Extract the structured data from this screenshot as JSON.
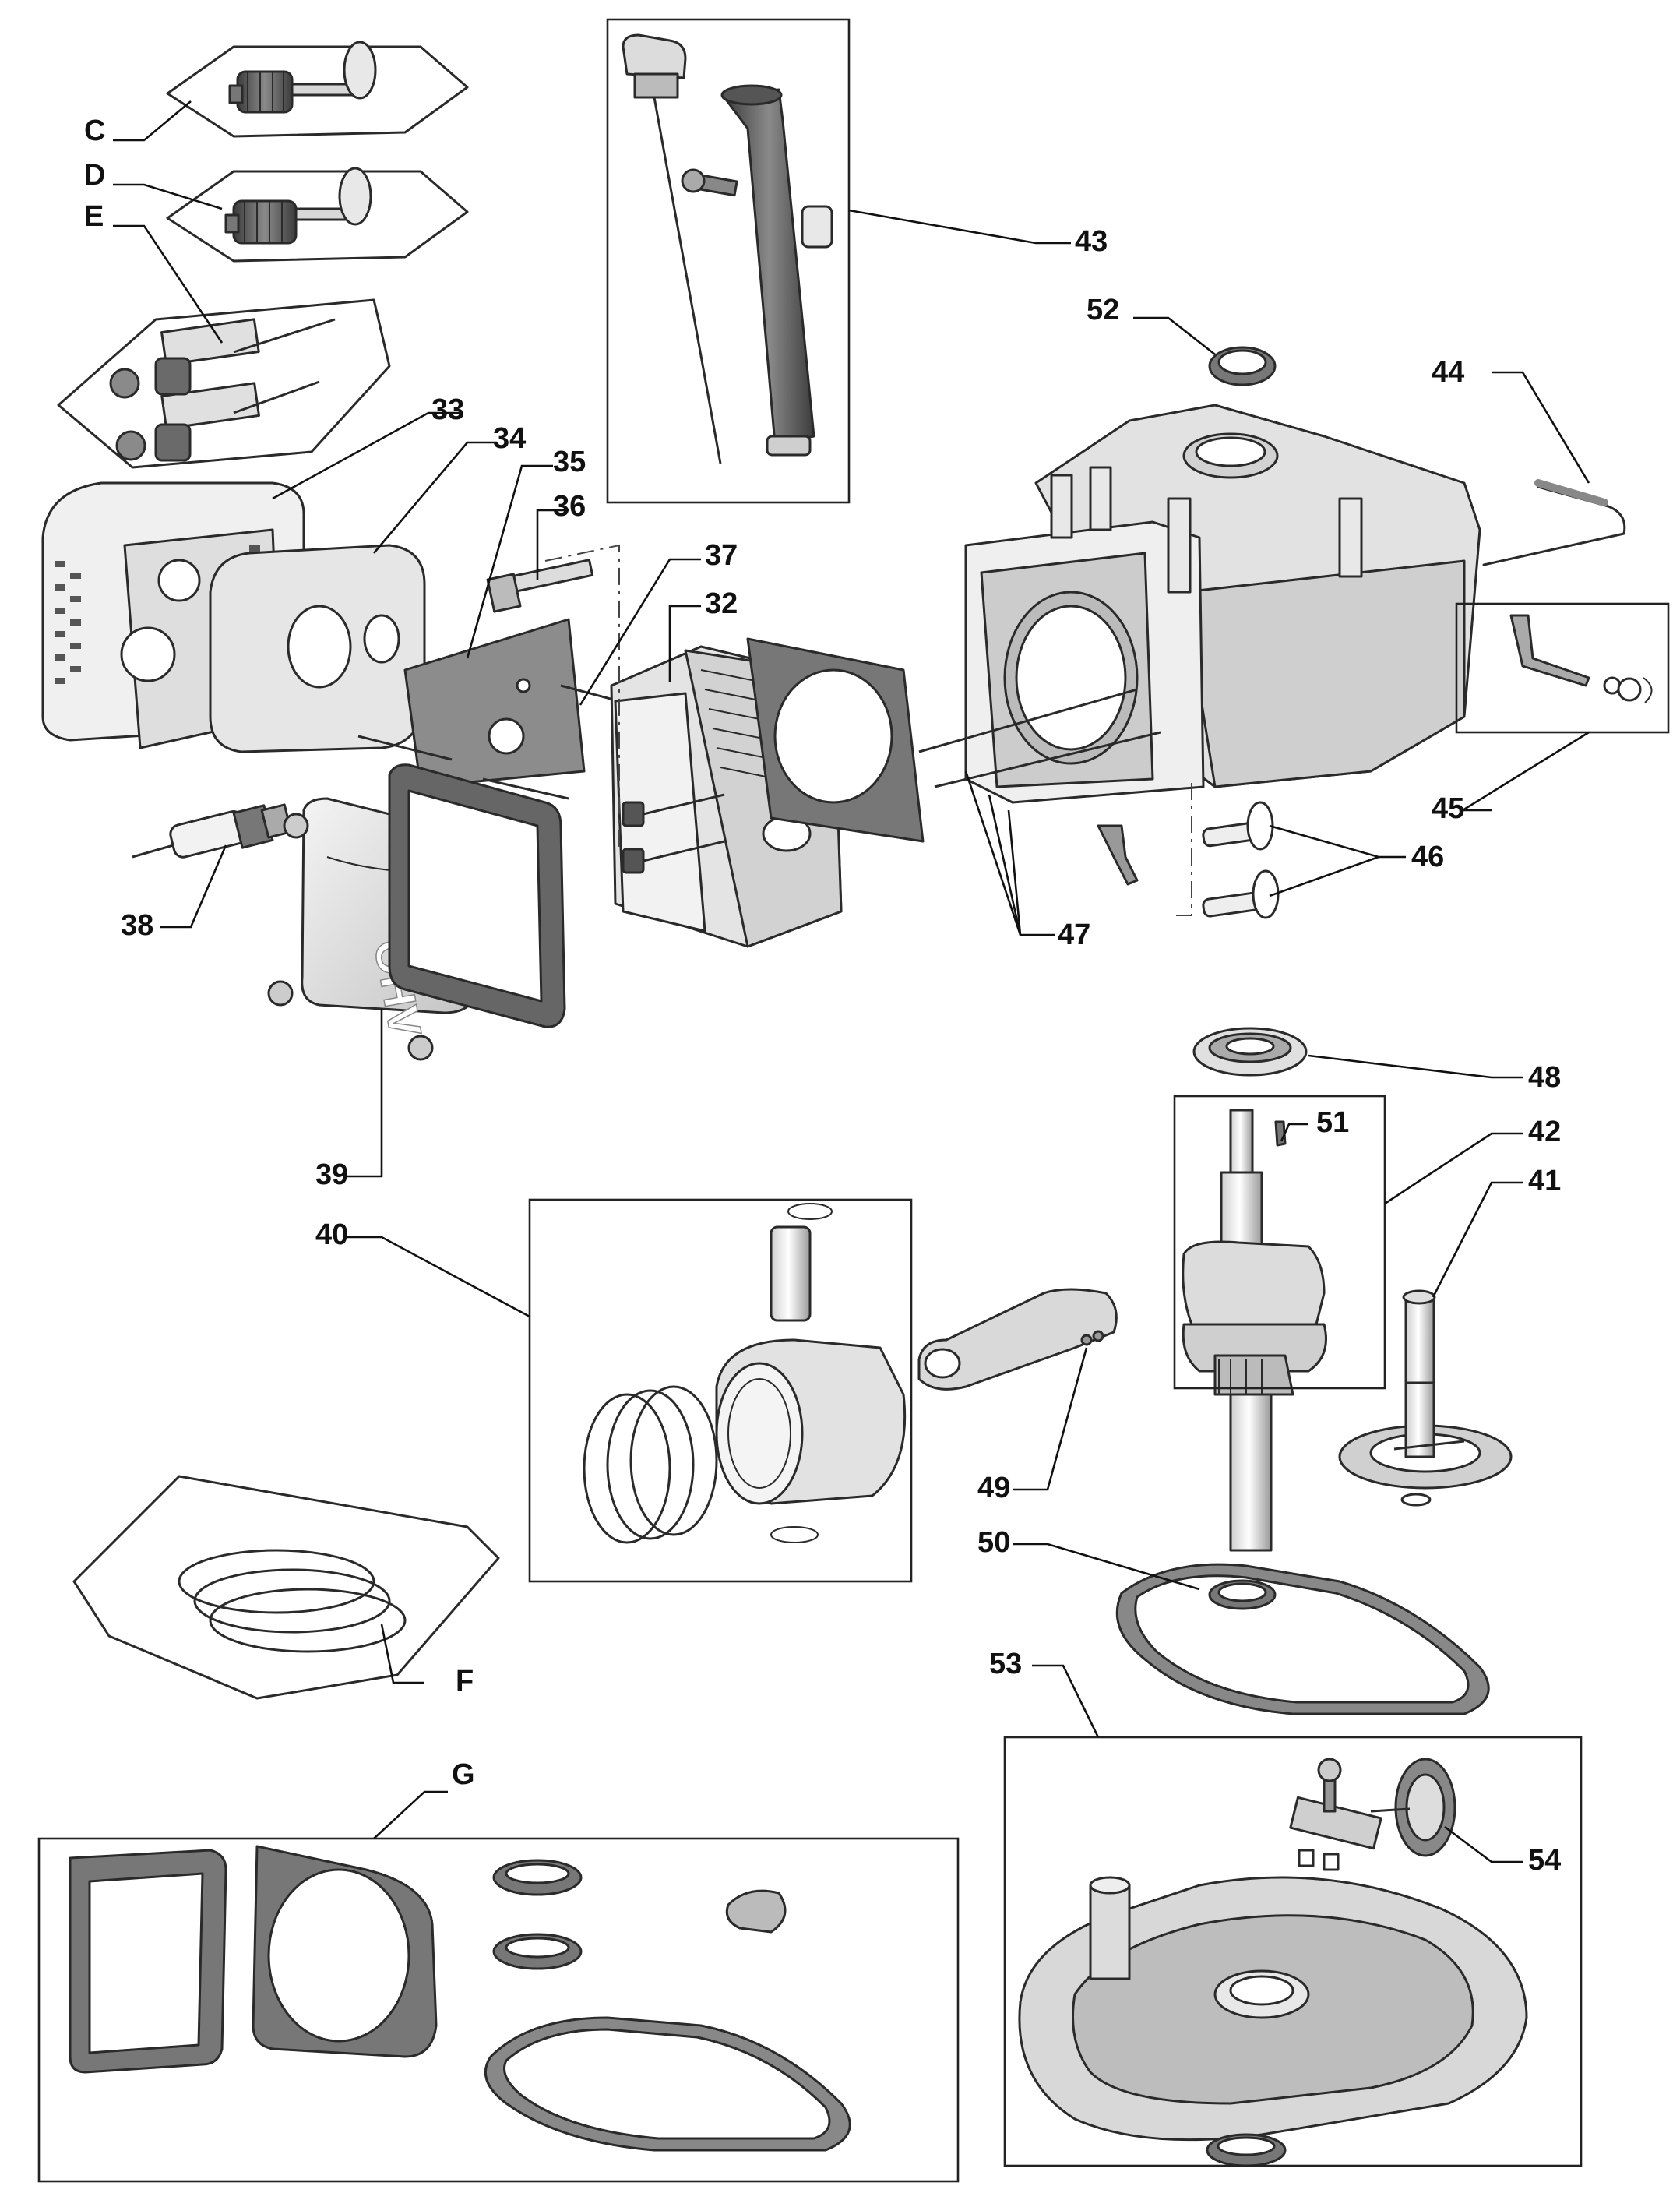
{
  "labels": {
    "C": "C",
    "D": "D",
    "E": "E",
    "F": "F",
    "G": "G",
    "p32": "32",
    "p33": "33",
    "p34": "34",
    "p35": "35",
    "p36": "36",
    "p37": "37",
    "p38": "38",
    "p39": "39",
    "p40": "40",
    "p41": "41",
    "p42": "42",
    "p43": "43",
    "p44": "44",
    "p45": "45",
    "p46": "46",
    "p47": "47",
    "p48": "48",
    "p49": "49",
    "p50": "50",
    "p51": "51",
    "p52": "52",
    "p53": "53",
    "p54": "54"
  },
  "valve_cover_embossing": "OHV",
  "colors": {
    "line": "#222222",
    "part_light": "#eeeeee",
    "part_mid": "#cfcfcf",
    "part_dark": "#8a8a8a",
    "part_darker": "#555555",
    "background": "#ffffff"
  }
}
